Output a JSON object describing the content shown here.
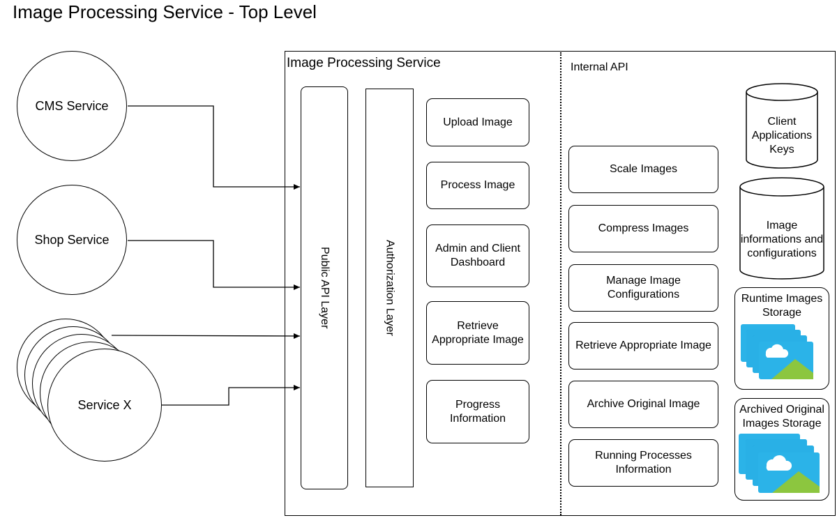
{
  "title": "Image Processing Service - Top Level",
  "clients": [
    {
      "label": "CMS Service"
    },
    {
      "label": "Shop Service"
    },
    {
      "label": "Service X"
    }
  ],
  "service": {
    "title": "Image Processing Service",
    "public_layer": "Public API Layer",
    "auth_layer": "Authorization Layer",
    "public_functions": [
      "Upload Image",
      "Process Image",
      "Admin and Client Dashboard",
      "Retrieve Appropriate Image",
      "Progress Information"
    ]
  },
  "internal": {
    "title": "Internal API",
    "functions": [
      "Scale Images",
      "Compress Images",
      "Manage Image Configurations",
      "Retrieve Appropriate Image",
      "Archive Original Image",
      "Running Processes Information"
    ]
  },
  "stores": {
    "client_keys": "Client Applications Keys",
    "image_info": "Image informations and configurations",
    "runtime": "Runtime Images Storage",
    "archived": "Archived Original Images Storage"
  },
  "colors": {
    "image_tile": "#2bb3e8",
    "image_tile_dark": "#1596d0",
    "image_mountain": "#8cc63f",
    "cloud": "#ffffff"
  },
  "icons": [
    "image-stack-icon"
  ]
}
